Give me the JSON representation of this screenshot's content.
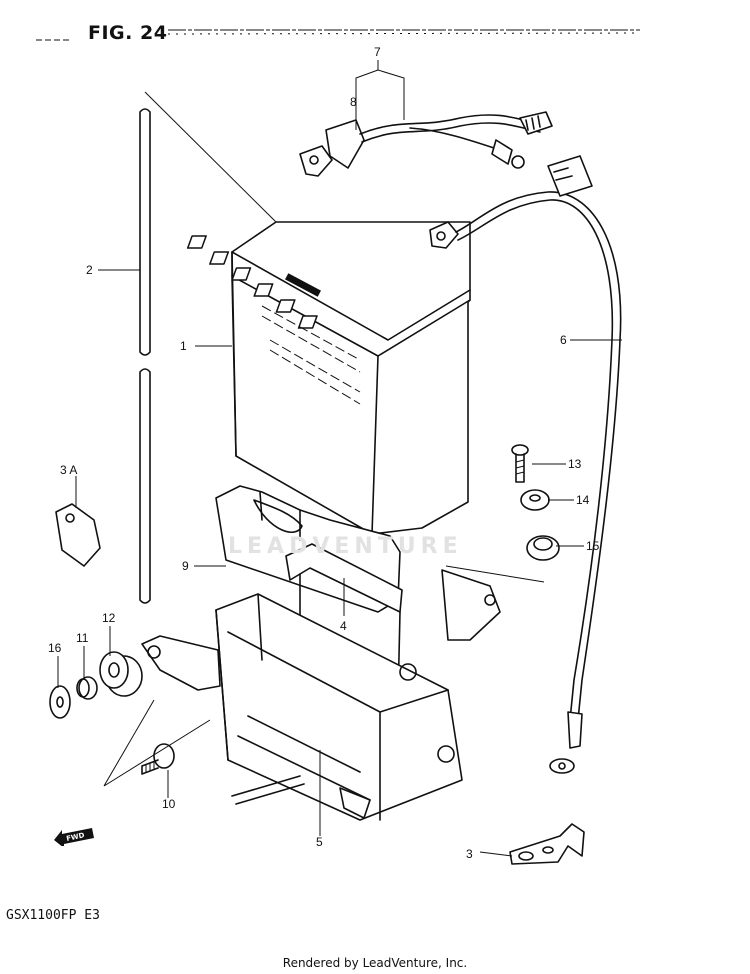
{
  "figure": {
    "title": "FIG. 24",
    "model": "GSX1100FP E3",
    "credit": "Rendered by LeadVenture, Inc.",
    "watermark": "LEADVENTURE",
    "fwd_label": "FWD"
  },
  "parts": [
    {
      "id": "1",
      "label": "1"
    },
    {
      "id": "2",
      "label": "2"
    },
    {
      "id": "3",
      "label": "3"
    },
    {
      "id": "3a",
      "label": "3 A"
    },
    {
      "id": "4",
      "label": "4"
    },
    {
      "id": "5",
      "label": "5"
    },
    {
      "id": "6",
      "label": "6"
    },
    {
      "id": "7",
      "label": "7"
    },
    {
      "id": "8",
      "label": "8"
    },
    {
      "id": "9",
      "label": "9"
    },
    {
      "id": "10",
      "label": "10"
    },
    {
      "id": "11",
      "label": "11"
    },
    {
      "id": "12",
      "label": "12"
    },
    {
      "id": "13",
      "label": "13"
    },
    {
      "id": "14",
      "label": "14"
    },
    {
      "id": "15",
      "label": "15"
    },
    {
      "id": "16",
      "label": "16"
    }
  ]
}
